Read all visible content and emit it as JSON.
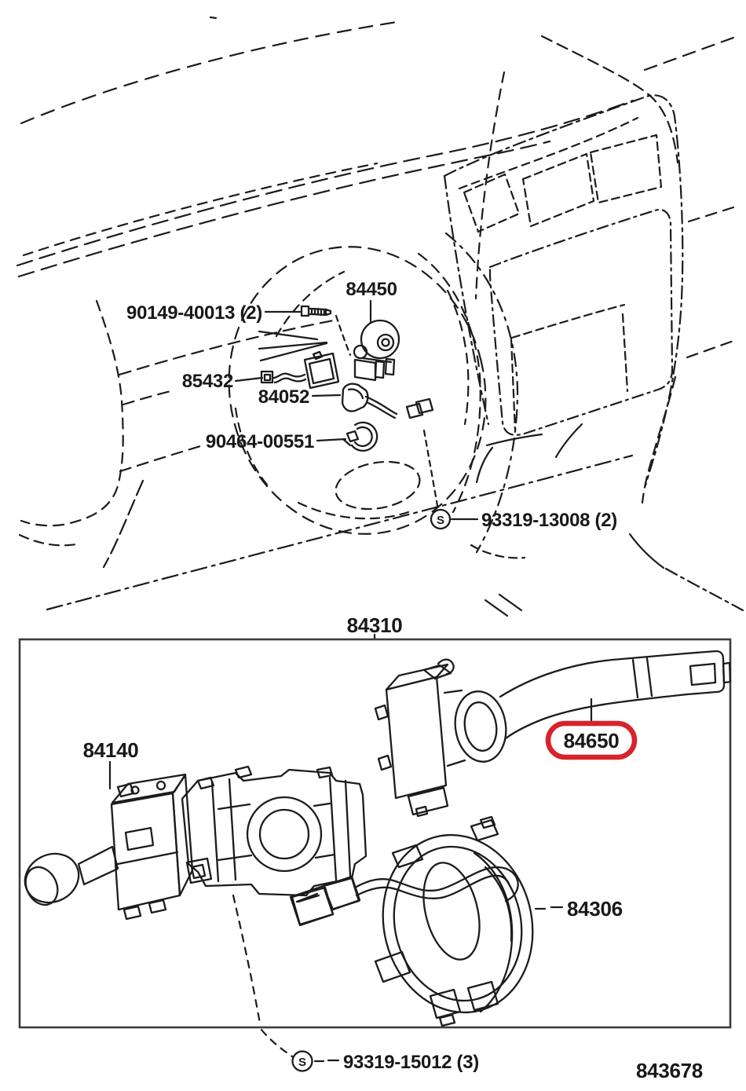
{
  "part_labels": {
    "bolt": "90149-40013 (2)",
    "ignition_switch": "84450",
    "key_set": "85432",
    "amplifier": "84052",
    "clamp": "90464-00551",
    "screw_upper": "93319-13008 (2)",
    "switch_assy": "84310",
    "light_control_switch": "84140",
    "wiper_switch": "84650",
    "spiral_cable": "84306",
    "screw_lower": "93319-15012 (3)"
  },
  "screw_symbol": "S",
  "figure_number": "843678",
  "highlight": {
    "part": "84650",
    "color": "#d8232a"
  }
}
